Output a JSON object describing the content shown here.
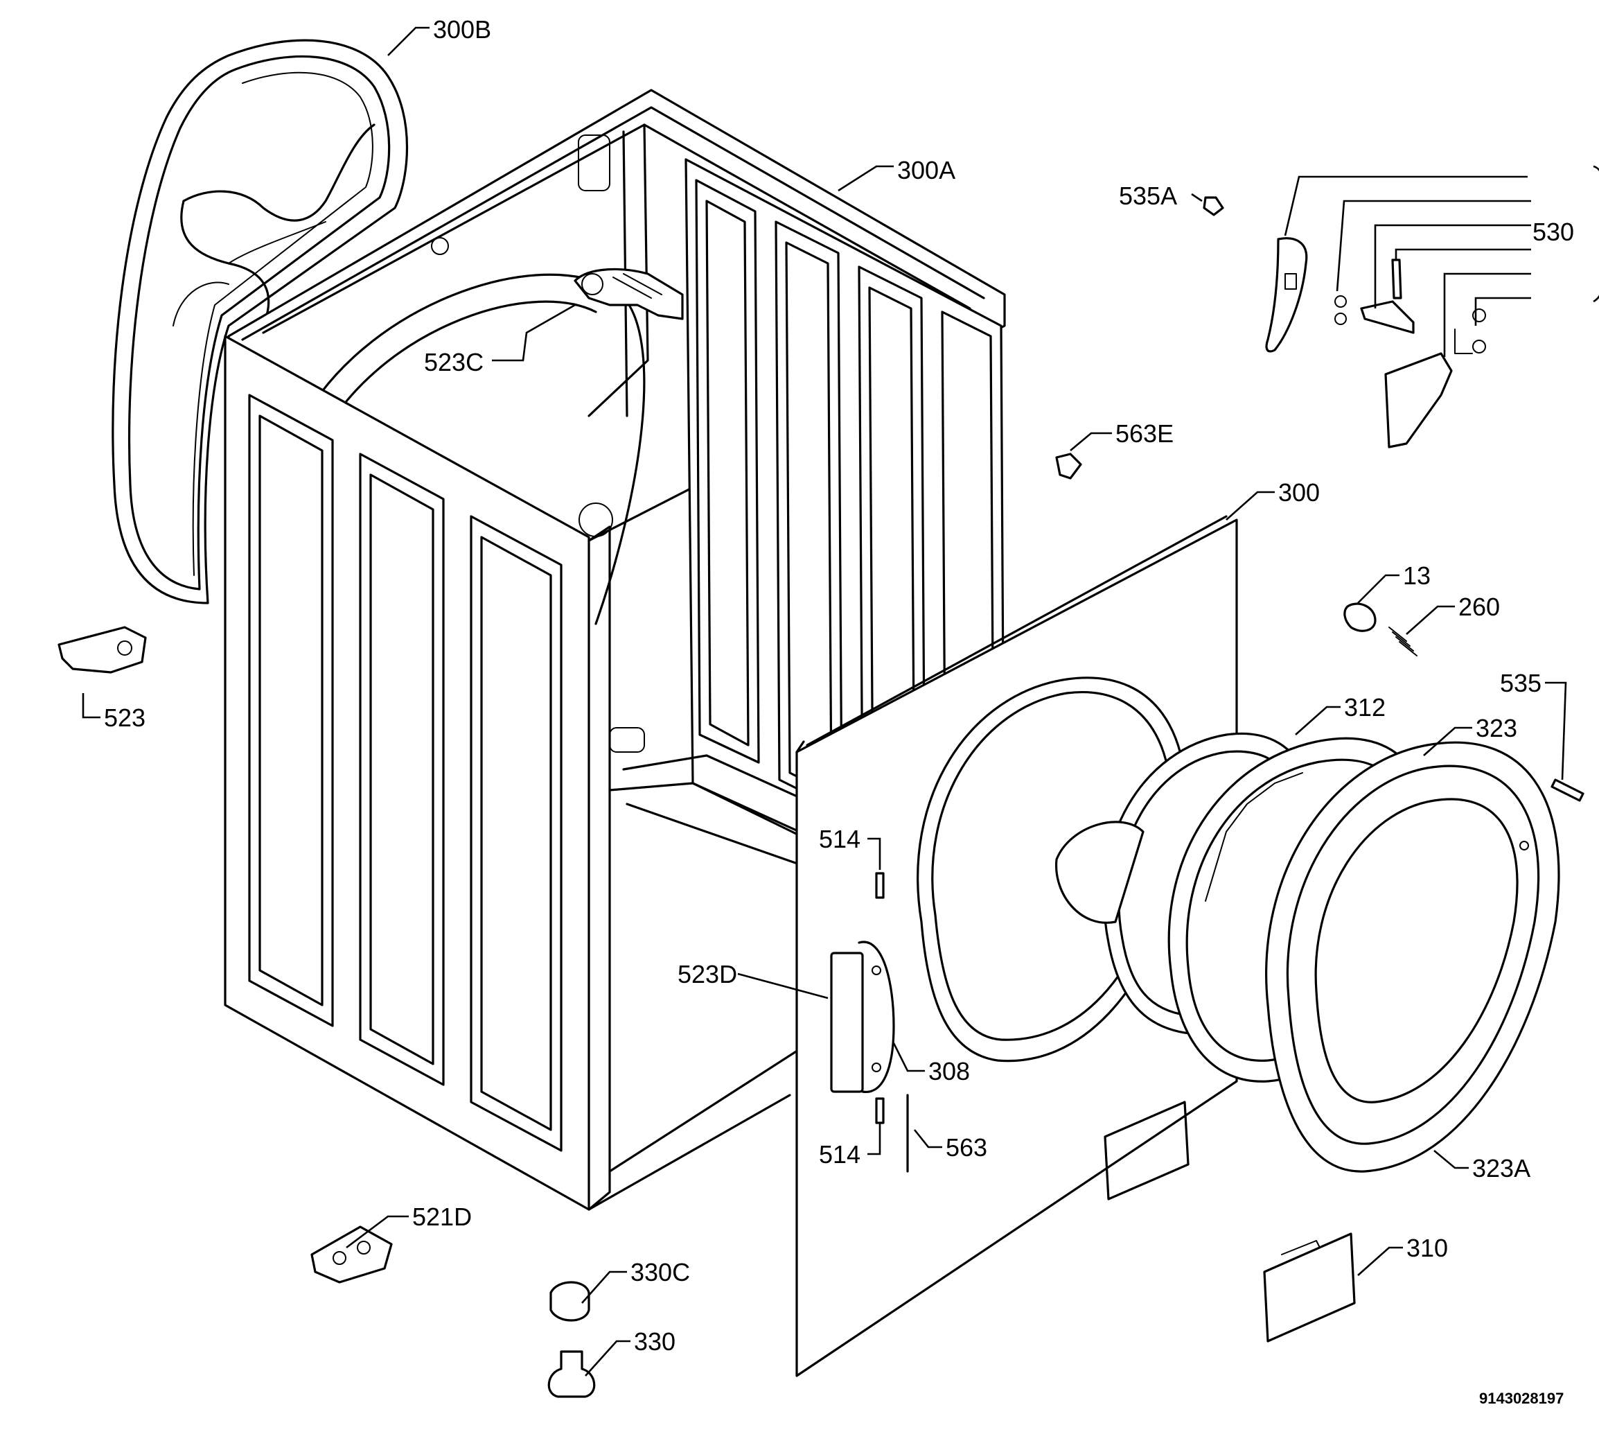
{
  "diagram": {
    "part_labels": {
      "p300B": "300B",
      "p300A": "300A",
      "p535A": "535A",
      "p530": "530",
      "p523C": "523C",
      "p563E": "563E",
      "p300": "300",
      "p13": "13",
      "p260": "260",
      "p535": "535",
      "p523": "523",
      "p312": "312",
      "p323": "323",
      "p514a": "514",
      "p523D": "523D",
      "p308": "308",
      "p514b": "514",
      "p563": "563",
      "p323A": "323A",
      "p310": "310",
      "p521D": "521D",
      "p330C": "330C",
      "p330": "330"
    },
    "drawing_code": "9143028197"
  }
}
